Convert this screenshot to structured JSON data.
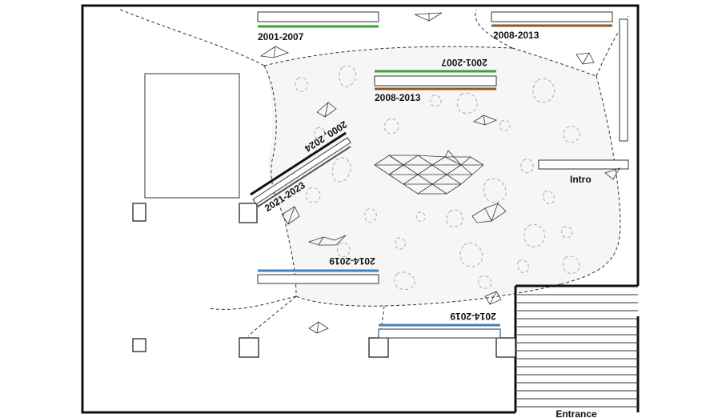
{
  "colors": {
    "green": "#3aa335",
    "brown": "#8a5a2b",
    "blue": "#3f82c2",
    "wall": "#111111",
    "plaza_fill": "#f6f6f6"
  },
  "labels": {
    "top_left_period": "2001-2007",
    "top_right_period": "2008-2013",
    "center_period_1": "2001-2007",
    "center_period_2": "2008-2013",
    "diagonal_period_1": "2000, 2024",
    "diagonal_period_2": "2021-2023",
    "middle_period": "2014-2019",
    "bottom_period": "2014-2019",
    "intro": "Intro",
    "entrance": "Entrance"
  }
}
